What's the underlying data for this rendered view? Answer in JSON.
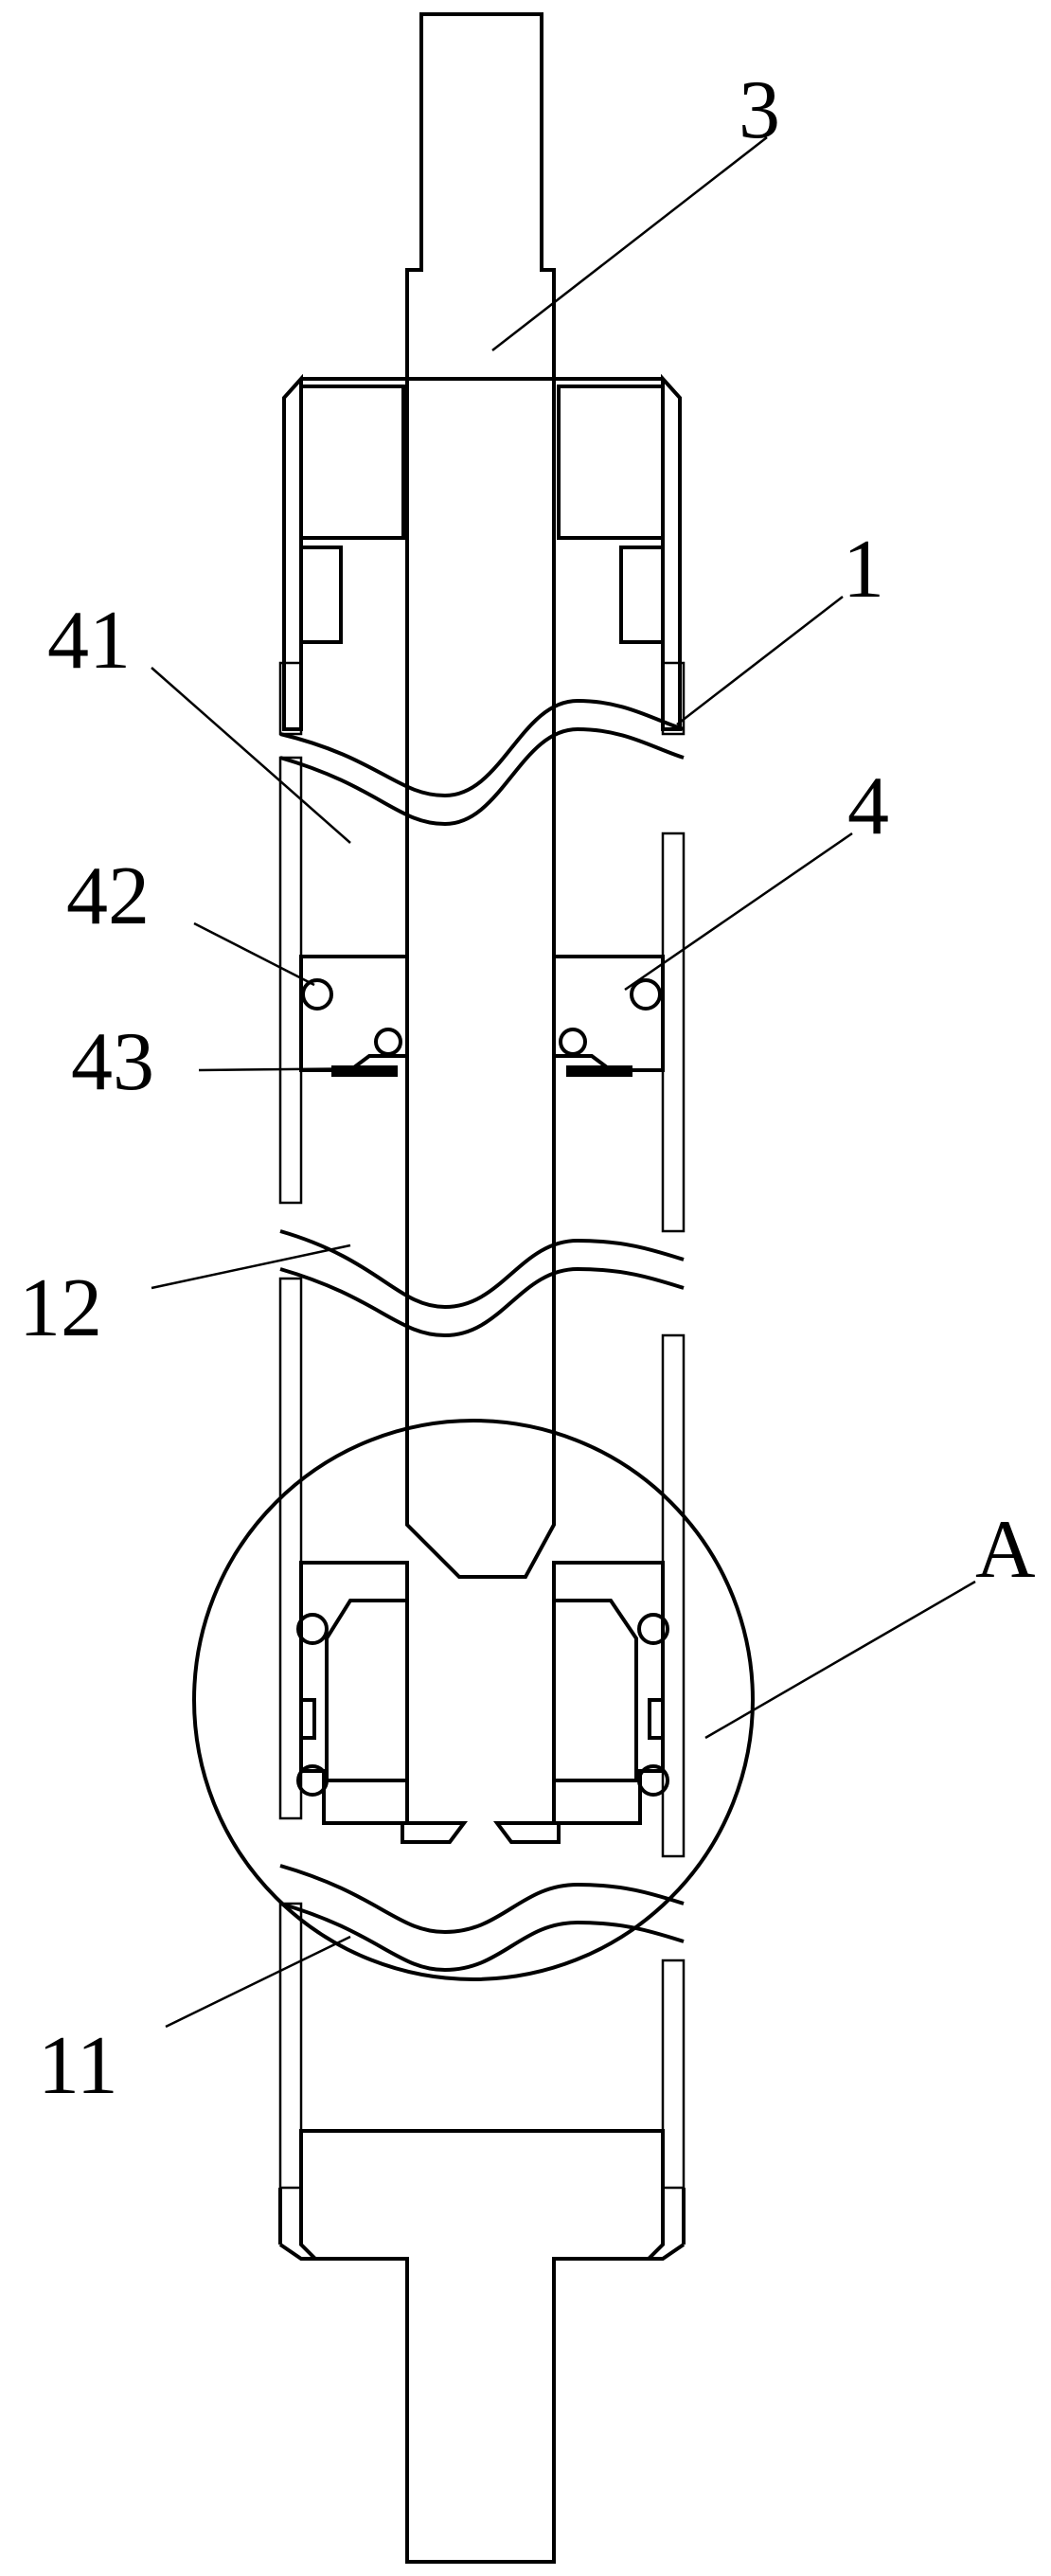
{
  "labels": {
    "rod": "3",
    "tube": "1",
    "chamber_upper": "41",
    "piston": "4",
    "seal_ring": "42",
    "seal_pad": "43",
    "chamber_mid": "12",
    "detail_a": "A",
    "chamber_lower": "11"
  }
}
